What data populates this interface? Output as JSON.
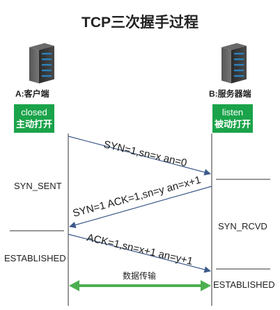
{
  "title": "TCP三次握手过程",
  "client": {
    "label": "A:客户端",
    "initial_state": [
      "closed",
      "主动打开"
    ]
  },
  "server": {
    "label": "B:服务器端",
    "initial_state": [
      "listen",
      "被动打开"
    ]
  },
  "messages": [
    {
      "text": "SYN=1,sn=x an=0",
      "direction": "A→B"
    },
    {
      "text": "SYN=1 ACK=1,sn=y an=x+1",
      "direction": "B→A"
    },
    {
      "text": "ACK=1,sn=x+1 an=y+1",
      "direction": "A→B"
    }
  ],
  "states": {
    "syn_sent": "SYN_SENT",
    "syn_rcvd": "SYN_RCVD",
    "established_a": "ESTABLISHED",
    "established_b": "ESTABLISHED"
  },
  "data_transfer": "数据传输",
  "colors": {
    "state_box": "#1aa34a",
    "message_arrow": "#3c5a8a",
    "data_arrow": "#4caf50"
  },
  "icons": [
    "server-icon",
    "server-icon"
  ]
}
